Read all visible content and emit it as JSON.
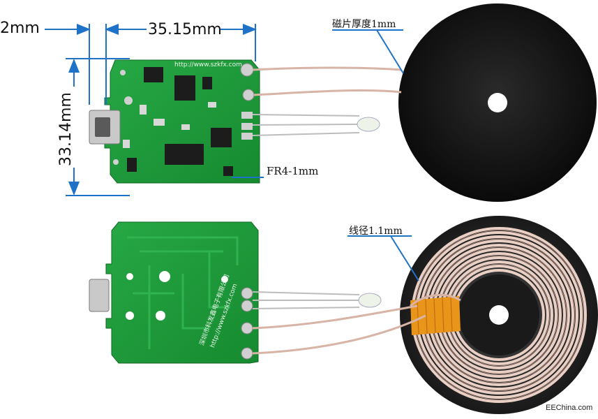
{
  "dimensions": {
    "width_left": "2mm",
    "width_main": "35.15mm",
    "height": "33.14mm"
  },
  "callouts": {
    "magnet_thickness": "磁片厚度1mm",
    "pcb_material": "FR4-1mm",
    "wire_diameter": "线径1.1mm"
  },
  "pcb": {
    "url_front": "http://www.szkfx.com",
    "company_back": "深圳市科发鑫电子有限公司",
    "url_back": "http://www.szkfx.com"
  },
  "watermark": "EEChina.com",
  "colors": {
    "pcb_green": "#1f9a3a",
    "dimension_blue": "#1e73c8",
    "coil_copper": "#e9cfc4",
    "ferrite": "#111111"
  }
}
